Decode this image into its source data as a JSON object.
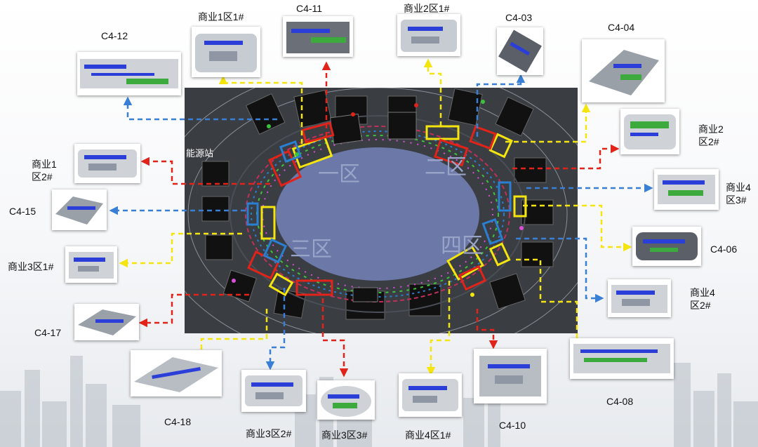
{
  "zones": {
    "z1": "一区",
    "z2": "二区",
    "z3": "三区",
    "z4": "四区"
  },
  "plan_text": {
    "label": "能源站"
  },
  "colors": {
    "red": "#e2231a",
    "yellow": "#f5e50f",
    "blue": "#3a7fd6",
    "plan_bg": "#3a3d42",
    "ellipse": "#6b78a8"
  },
  "thumbnails": [
    {
      "id": "c4-12",
      "label": "C4-12"
    },
    {
      "id": "biz1-1",
      "label": "商业1区1#"
    },
    {
      "id": "c4-11",
      "label": "C4-11"
    },
    {
      "id": "biz2-1",
      "label": "商业2区1#"
    },
    {
      "id": "c4-03",
      "label": "C4-03"
    },
    {
      "id": "c4-04",
      "label": "C4-04"
    },
    {
      "id": "biz2-2",
      "label": "商业2\n区2#"
    },
    {
      "id": "biz4-3",
      "label": "商业4\n区3#"
    },
    {
      "id": "c4-06",
      "label": "C4-06"
    },
    {
      "id": "biz4-2",
      "label": "商业4\n区2#"
    },
    {
      "id": "c4-08",
      "label": "C4-08"
    },
    {
      "id": "c4-10",
      "label": "C4-10"
    },
    {
      "id": "biz4-1",
      "label": "商业4区1#"
    },
    {
      "id": "biz3-3",
      "label": "商业3区3#"
    },
    {
      "id": "biz3-2",
      "label": "商业3区2#"
    },
    {
      "id": "c4-18",
      "label": "C4-18"
    },
    {
      "id": "c4-17",
      "label": "C4-17"
    },
    {
      "id": "biz3-1",
      "label": "商业3区1#"
    },
    {
      "id": "c4-15",
      "label": "C4-15"
    },
    {
      "id": "biz1-2",
      "label": "商业1\n区2#"
    }
  ]
}
